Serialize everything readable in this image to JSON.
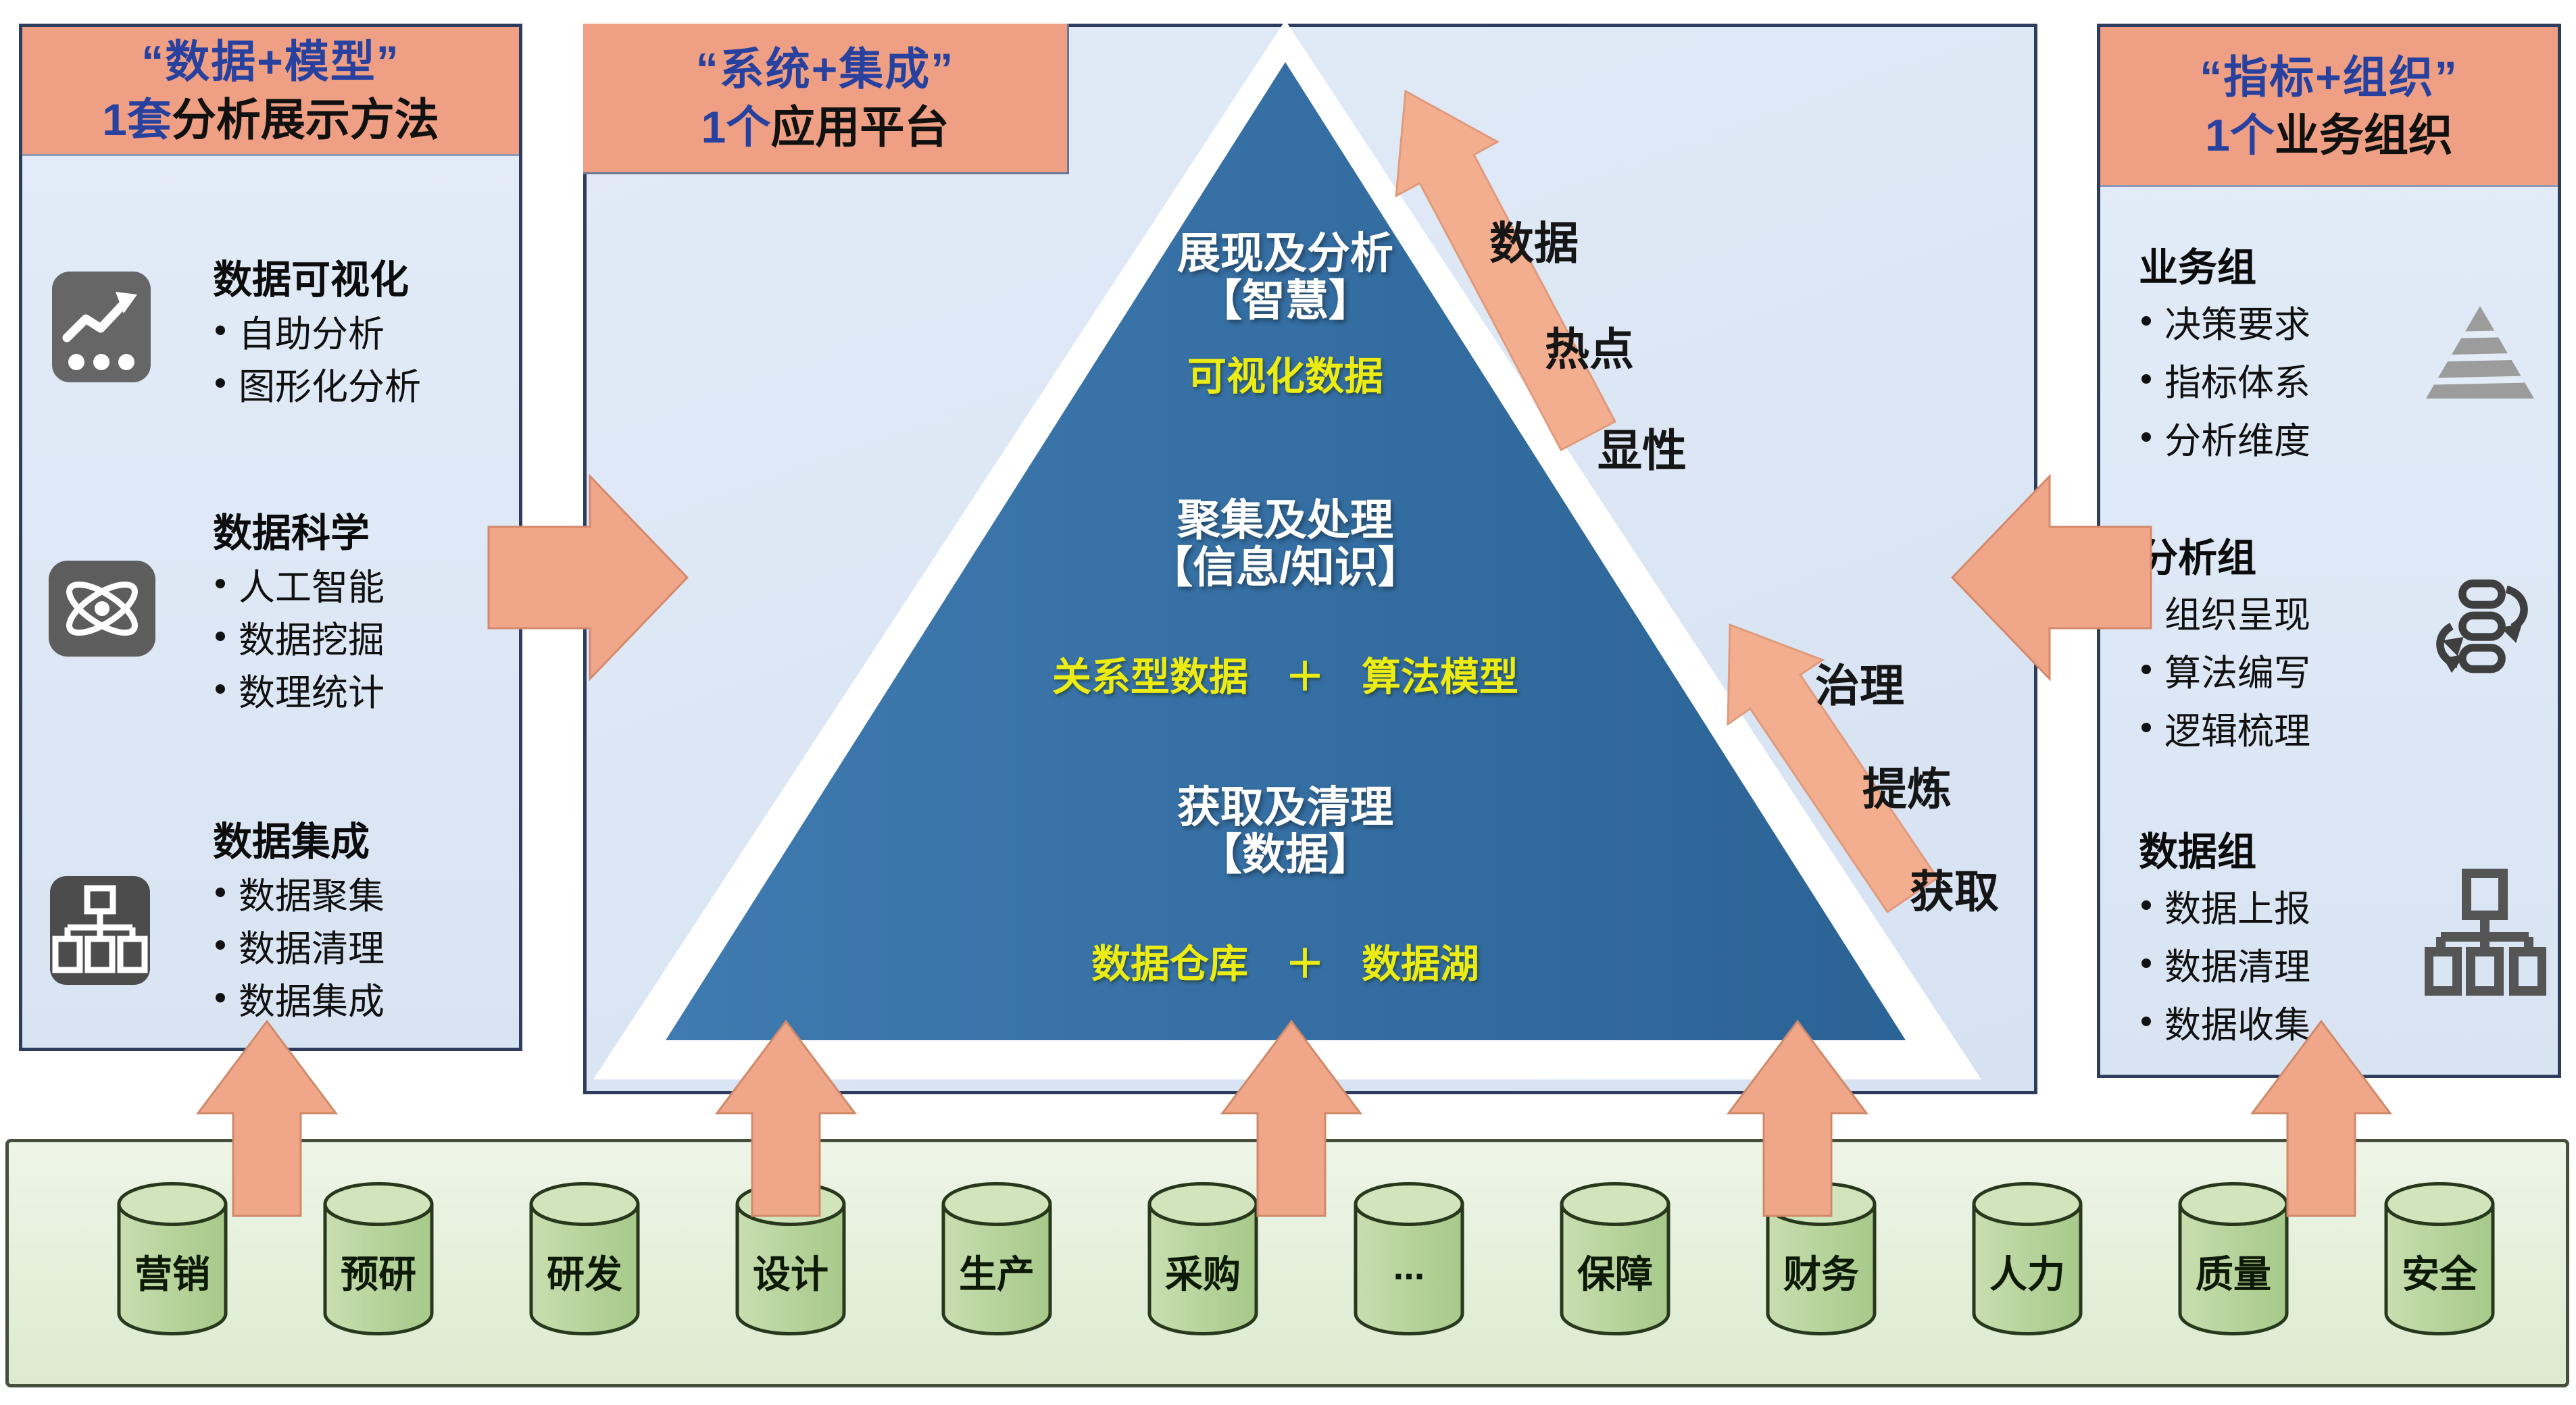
{
  "colors": {
    "accent_orange": "#efa084",
    "arrow_orange": "#f0a688",
    "pyramid_blue": "#2f6ba3",
    "highlight_yellow": "#ecec14",
    "panel_blue_bg": "#dfe9f6",
    "source_green_bg": "#e7f1df",
    "cylinder_green": "#b9d49e",
    "title_navy": "#28419e"
  },
  "left_panel": {
    "header": {
      "line1": "“数据+模型”",
      "line2_accent": "1套",
      "line2_rest": "分析展示方法"
    },
    "sections": [
      {
        "icon": "chart-icon",
        "title": "数据可视化",
        "bullets": [
          "自助分析",
          "图形化分析"
        ]
      },
      {
        "icon": "atom-icon",
        "title": "数据科学",
        "bullets": [
          "人工智能",
          "数据挖掘",
          "数理统计"
        ]
      },
      {
        "icon": "sitemap-icon",
        "title": "数据集成",
        "bullets": [
          "数据聚集",
          "数据清理",
          "数据集成"
        ]
      }
    ]
  },
  "center_panel": {
    "header": {
      "line1": "“系统+集成”",
      "line2_accent": "1个",
      "line2_rest": "应用平台"
    },
    "pyramid": {
      "tiers": [
        {
          "title": "展现及分析",
          "bracket": "【智慧】",
          "row": [
            "可视化数据"
          ]
        },
        {
          "title": "聚集及处理",
          "bracket": "【信息/知识】",
          "row": [
            "关系型数据",
            "＋",
            "算法模型"
          ]
        },
        {
          "title": "获取及清理",
          "bracket": "【数据】",
          "row": [
            "数据仓库",
            "＋",
            "数据湖"
          ]
        }
      ]
    },
    "side_flows": [
      {
        "labels": [
          "数据",
          "热点",
          "显性"
        ]
      },
      {
        "labels": [
          "治理",
          "提炼",
          "获取"
        ]
      }
    ]
  },
  "right_panel": {
    "header": {
      "line1": "“指标+组织”",
      "line2_accent": "1个",
      "line2_rest": "业务组织"
    },
    "sections": [
      {
        "icon": "pyramid-icon",
        "title": "业务组",
        "bullets": [
          "决策要求",
          "指标体系",
          "分析维度"
        ]
      },
      {
        "icon": "cycle-icon",
        "title": "分析组",
        "bullets": [
          "组织呈现",
          "算法编写",
          "逻辑梳理"
        ]
      },
      {
        "icon": "sitemap-icon",
        "title": "数据组",
        "bullets": [
          "数据上报",
          "数据清理",
          "数据收集"
        ]
      }
    ]
  },
  "source_band": {
    "cylinders": [
      "营销",
      "预研",
      "研发",
      "设计",
      "生产",
      "采购",
      "...",
      "保障",
      "财务",
      "人力",
      "质量",
      "安全"
    ]
  }
}
